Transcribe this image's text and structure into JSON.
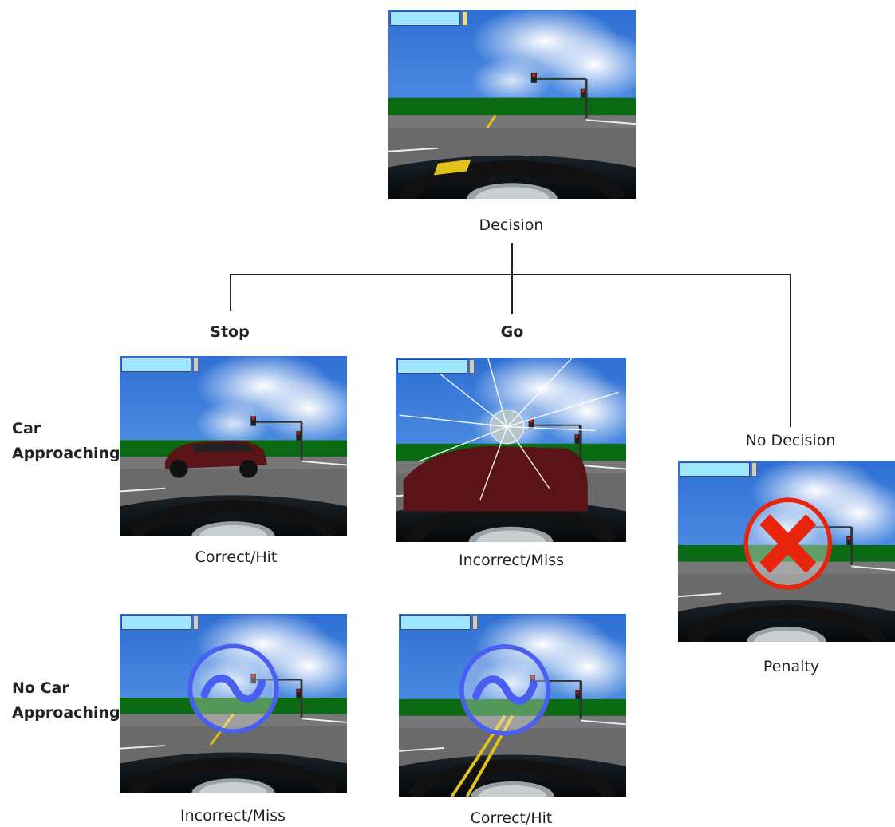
{
  "nodes": {
    "decision": "Decision",
    "stop": "Stop",
    "go": "Go",
    "no_decision": "No Decision",
    "penalty": "Penalty"
  },
  "rows": {
    "car_line1": "Car",
    "car_line2": "Approaching",
    "nocar_line1": "No Car",
    "nocar_line2": "Approaching"
  },
  "outcomes": {
    "car_stop": "Correct/Hit",
    "car_go": "Incorrect/Miss",
    "nocar_stop": "Incorrect/Miss",
    "nocar_go": "Correct/Hit"
  },
  "icons": {
    "penalty": "red-x-circle-icon",
    "neutral": "blue-tilde-circle-icon",
    "crash": "shattered-windshield"
  },
  "colors": {
    "sky": "#4f8fe0",
    "grass": "#0a6b14",
    "road": "#6a6a6a",
    "penalty_red": "#e8240c",
    "neutral_blue": "#4a5ff0",
    "car": "#5a1418"
  }
}
